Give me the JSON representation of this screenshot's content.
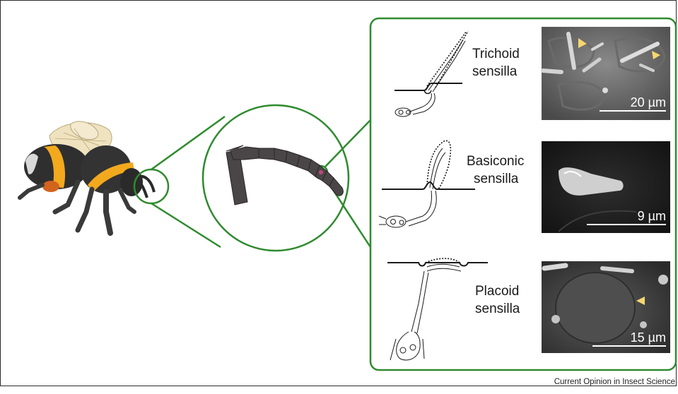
{
  "colors": {
    "outline_green": "#2e8b2e",
    "bee_black": "#2f2f2f",
    "bee_yellow": "#f2a91d",
    "bee_orange": "#d2641e",
    "wing": "#efe3bf",
    "antenna": "#4a4546",
    "arrowhead": "#f5d76e",
    "sem_background": "#3a3a3a"
  },
  "sensilla": [
    {
      "name_line1": "Trichoid",
      "name_line2": "sensilla",
      "scale_bar": "20 µm"
    },
    {
      "name_line1": "Basiconic",
      "name_line2": "sensilla",
      "scale_bar": "9 µm"
    },
    {
      "name_line1": "Placoid",
      "name_line2": "sensilla",
      "scale_bar": "15 µm"
    }
  ],
  "credit": "Current Opinion in Insect Science"
}
